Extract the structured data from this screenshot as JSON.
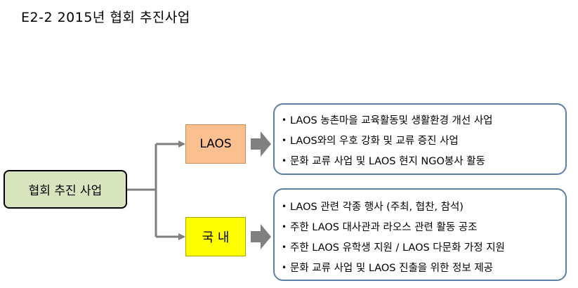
{
  "title": "E2-2  2015년 협회 추진사업",
  "root": {
    "label": "협회 추진 사업"
  },
  "branches": [
    {
      "label": "LAOS",
      "items": [
        "LAOS 농촌마을 교육활동및 생활환경 개선 사업",
        "LAOS와의 우호 강화 및 교류 증진 사업",
        "문화 교류 사업 및 LAOS 현지 NGO봉사 활동"
      ]
    },
    {
      "label": "국 내",
      "items": [
        "LAOS 관련 각종 행사 (주최, 협찬, 참석)",
        "주한 LAOS 대사관과 라오스 관련 활동 공조",
        "주한 LAOS 유학생 지원 / LAOS 다문화 가정 지원",
        "문화 교류 사업 및 LAOS 진출을 위한 정보 제공"
      ]
    }
  ],
  "bullet": "•",
  "colors": {
    "root_fill": "#d7e4bd",
    "laos_fill": "#fac090",
    "domestic_fill": "#ffff00",
    "connector": "#7f7f7f",
    "arrow": "#808080",
    "panel_border": "#5b7fa6"
  }
}
